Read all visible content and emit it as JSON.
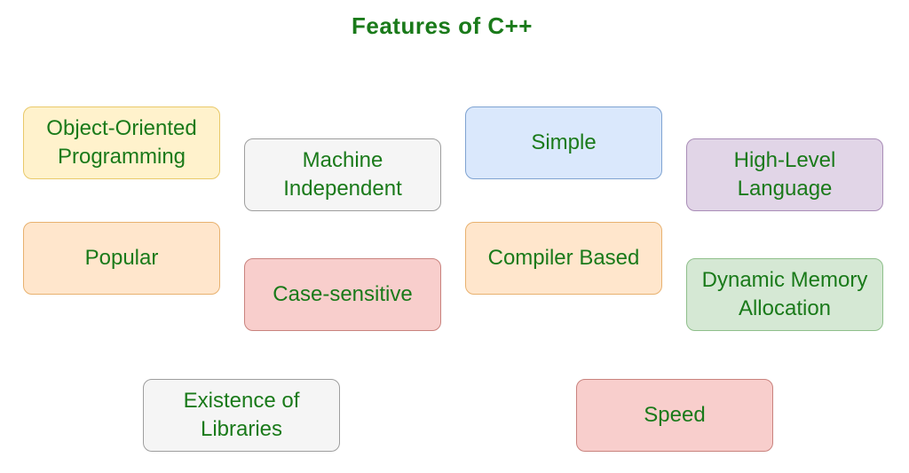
{
  "title": "Features of C++",
  "features": {
    "oop": "Object-Oriented Programming",
    "machine_independent": "Machine Independent",
    "simple": "Simple",
    "high_level": "High-Level Language",
    "popular": "Popular",
    "case_sensitive": "Case-sensitive",
    "compiler_based": "Compiler Based",
    "dynamic_memory": "Dynamic Memory Allocation",
    "libraries": "Existence of Libraries",
    "speed": "Speed"
  },
  "colors": {
    "text": "#1a7a1a",
    "yellow_fill": "#fff2cc",
    "gray_fill": "#f5f5f5",
    "blue_fill": "#dae8fc",
    "purple_fill": "#e1d5e7",
    "orange_fill": "#ffe6cc",
    "red_fill": "#f8cecc",
    "green_fill": "#d5e8d4"
  }
}
